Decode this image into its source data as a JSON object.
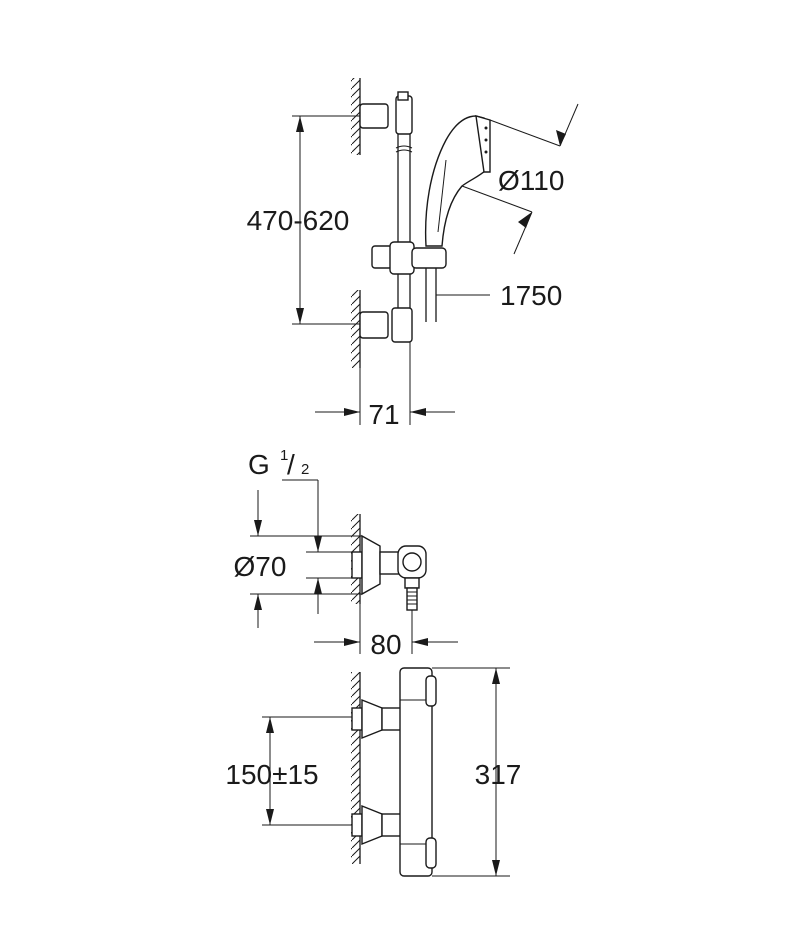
{
  "shower_rail": {
    "rail_height": "470-620",
    "handshower_diameter": "Ø110",
    "hose_length": "1750",
    "wall_offset": "71"
  },
  "connection": {
    "thread_label": "G",
    "thread_num": "1",
    "thread_den": "2",
    "escutcheon_diameter": "Ø70",
    "projection": "80"
  },
  "thermostat": {
    "centre_distance": "150±15",
    "body_length": "317"
  }
}
